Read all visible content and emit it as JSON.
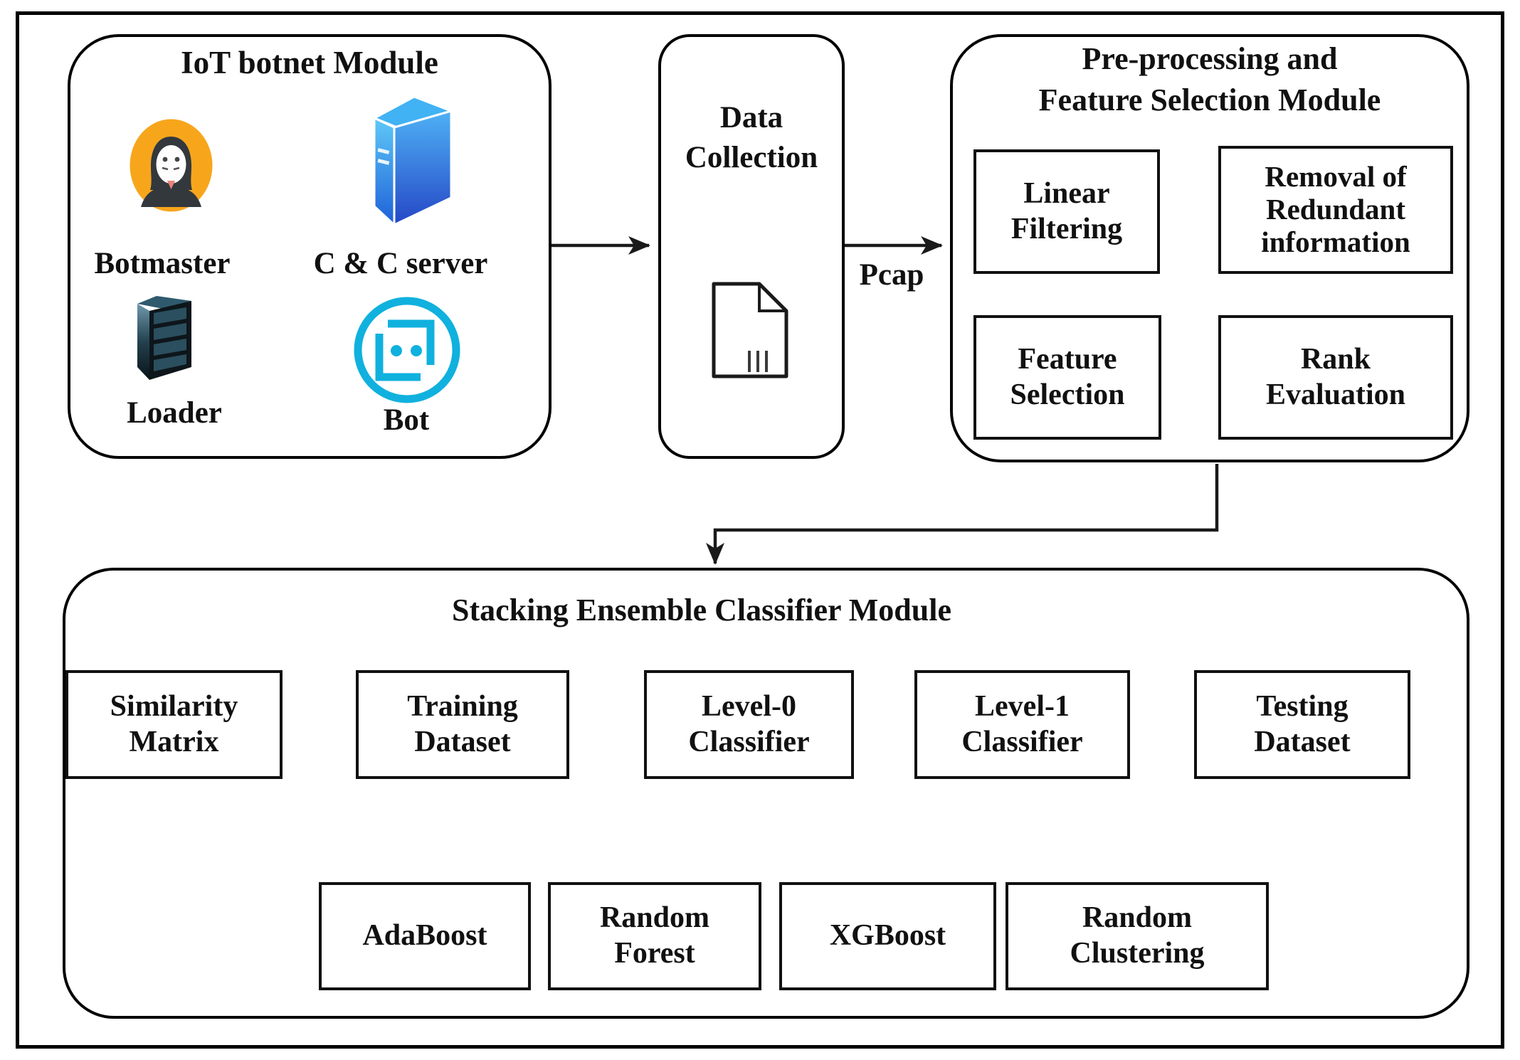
{
  "diagram": {
    "iot_module": {
      "title": "IoT botnet Module",
      "botmaster_label": "Botmaster",
      "cc_server_label": "C & C server",
      "loader_label": "Loader",
      "bot_label": "Bot"
    },
    "data_collection": {
      "title": "Data\nCollection",
      "output_label": "Pcap"
    },
    "preprocessing_module": {
      "title": "Pre-processing and\nFeature Selection Module",
      "linear_filtering": "Linear\nFiltering",
      "removal_redundant": "Removal of\nRedundant\ninformation",
      "rank_evaluation": "Rank\nEvaluation",
      "feature_selection": "Feature\nSelection"
    },
    "stacking_module": {
      "title": "Stacking Ensemble Classifier Module",
      "similarity_matrix": "Similarity\nMatrix",
      "training_dataset": "Training\nDataset",
      "level0_classifier": "Level-0\nClassifier",
      "level1_classifier": "Level-1\nClassifier",
      "testing_dataset": "Testing\nDataset",
      "adaboost": "AdaBoost",
      "random_forest": "Random\nForest",
      "xgboost": "XGBoost",
      "random_clustering": "Random\nClustering"
    },
    "colors": {
      "line": "#1a1a1a",
      "botmaster_orange": "#F7A61C",
      "bot_cyan": "#10B1DE",
      "server_blue_top": "#4FB1F5",
      "server_blue_bottom": "#2547C6",
      "loader_dark": "#0D161B"
    }
  }
}
